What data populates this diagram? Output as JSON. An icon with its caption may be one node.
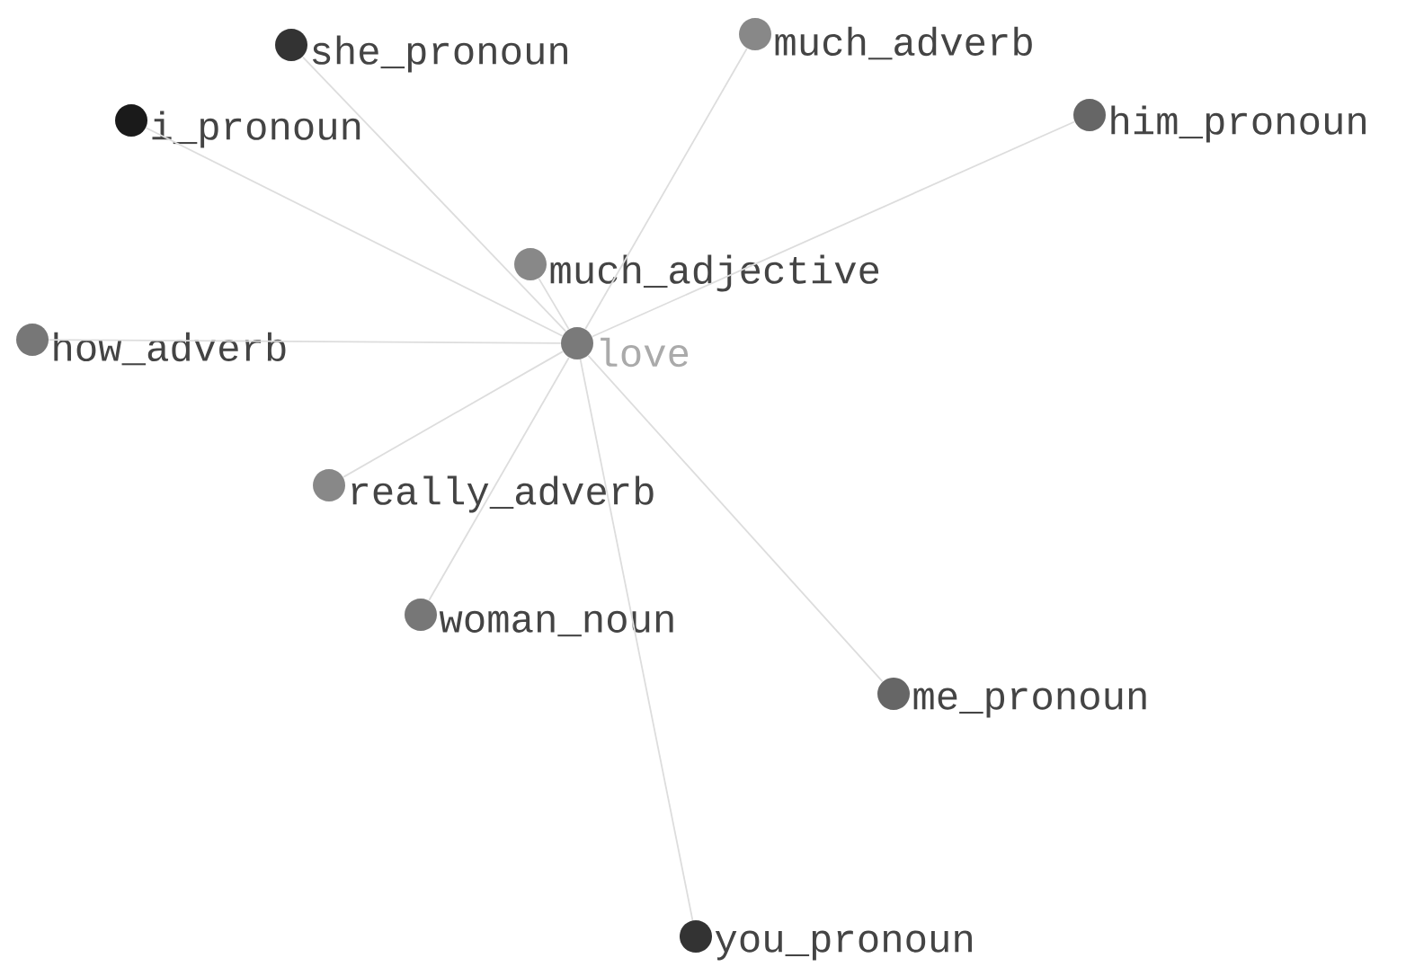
{
  "diagram": {
    "nodes": [
      {
        "text": [],
        "shape": "circle",
        "beside": [
          "love"
        ]
      },
      {
        "text": [],
        "shape": "circle",
        "beside": [
          "she_pronoun"
        ]
      },
      {
        "text": [],
        "shape": "circle",
        "beside": [
          "much_adverb"
        ]
      },
      {
        "text": [],
        "shape": "circle",
        "beside": [
          "i_pronoun"
        ]
      },
      {
        "text": [],
        "shape": "circle",
        "beside": [
          "him_pronoun"
        ]
      },
      {
        "text": [],
        "shape": "circle",
        "beside": [
          "much_adjective"
        ]
      },
      {
        "text": [],
        "shape": "circle",
        "beside": [
          "how_adverb"
        ]
      },
      {
        "text": [],
        "shape": "circle",
        "beside": [
          "really_adverb"
        ]
      },
      {
        "text": [],
        "shape": "circle",
        "beside": [
          "woman_noun"
        ]
      },
      {
        "text": [],
        "shape": "circle",
        "beside": [
          "me_pronoun"
        ]
      },
      {
        "text": [],
        "shape": "circle",
        "beside": [
          "you_pronoun"
        ]
      }
    ],
    "edges": [
      {
        "from": 0,
        "to": 1,
        "arrow": "none"
      },
      {
        "from": 0,
        "to": 2,
        "arrow": "none"
      },
      {
        "from": 0,
        "to": 3,
        "arrow": "none"
      },
      {
        "from": 0,
        "to": 4,
        "arrow": "none"
      },
      {
        "from": 0,
        "to": 5,
        "arrow": "none"
      },
      {
        "from": 0,
        "to": 6,
        "arrow": "none"
      },
      {
        "from": 0,
        "to": 7,
        "arrow": "none"
      },
      {
        "from": 0,
        "to": 8,
        "arrow": "none"
      },
      {
        "from": 0,
        "to": 9,
        "arrow": "none"
      },
      {
        "from": 0,
        "to": 10,
        "arrow": "none"
      }
    ]
  }
}
